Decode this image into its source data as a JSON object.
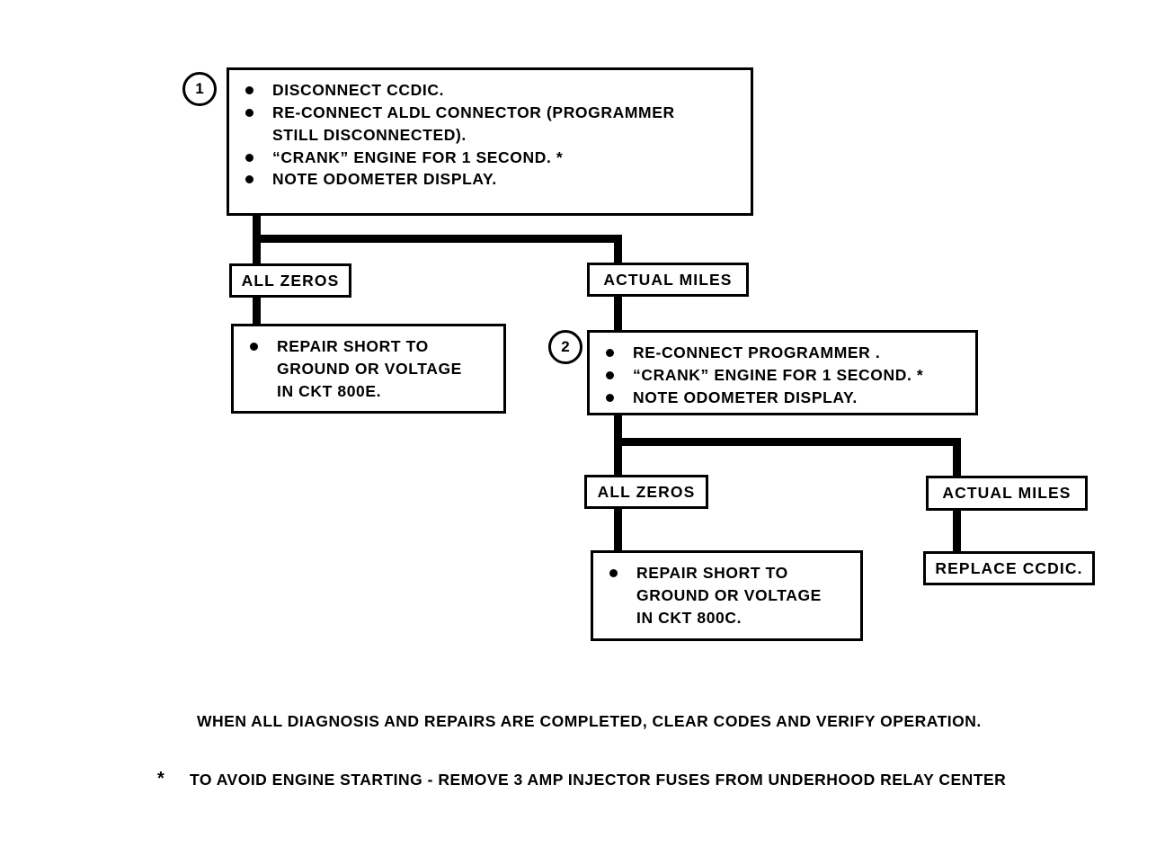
{
  "diagram": {
    "title": "CCDIC odometer diagnosis flowchart",
    "line_color": "#000000",
    "background_color": "#ffffff",
    "steps": [
      {
        "number": "1",
        "items": [
          {
            "text": "DISCONNECT CCDIC."
          },
          {
            "text": "RE-CONNECT ALDL CONNECTOR (PROGRAMMER",
            "continuation": "STILL DISCONNECTED)."
          },
          {
            "text": "“CRANK” ENGINE FOR 1 SECOND.  *"
          },
          {
            "text": "NOTE ODOMETER DISPLAY."
          }
        ]
      },
      {
        "number": "2",
        "items": [
          {
            "text": "RE-CONNECT PROGRAMMER ."
          },
          {
            "text": "“CRANK” ENGINE FOR 1 SECOND.  *"
          },
          {
            "text": "NOTE ODOMETER DISPLAY."
          }
        ]
      }
    ],
    "branch_labels": {
      "level1_left": "ALL ZEROS",
      "level1_right": "ACTUAL MILES",
      "level2_left": "ALL ZEROS",
      "level2_right": "ACTUAL MILES"
    },
    "outcomes": {
      "repair_800e": {
        "lines": [
          "REPAIR SHORT TO",
          "GROUND OR VOLTAGE",
          "IN CKT 800E."
        ]
      },
      "repair_800c": {
        "lines": [
          "REPAIR SHORT TO",
          "GROUND OR VOLTAGE",
          "IN CKT 800C."
        ]
      },
      "replace_ccdic": "REPLACE CCDIC."
    }
  },
  "notes": {
    "completion": "WHEN ALL DIAGNOSIS AND REPAIRS ARE COMPLETED, CLEAR CODES AND VERIFY OPERATION.",
    "footnote_marker": "*",
    "footnote": "TO AVOID ENGINE STARTING - REMOVE 3 AMP INJECTOR FUSES FROM UNDERHOOD RELAY CENTER"
  }
}
